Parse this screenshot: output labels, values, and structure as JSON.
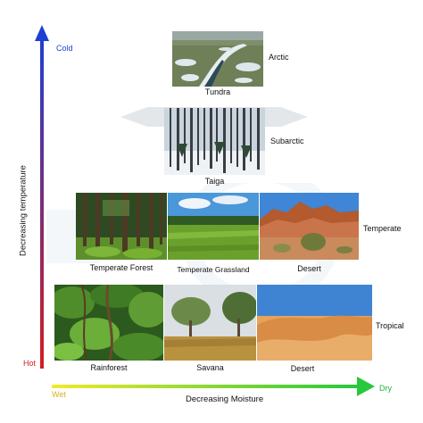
{
  "axes": {
    "y": {
      "label": "Decreasing  temperature",
      "top_label": "Cold",
      "bottom_label": "Hot",
      "colors": [
        "#d21f1f",
        "#1f3fd2"
      ]
    },
    "x": {
      "label": "Decreasing Moisture",
      "left_label": "Wet",
      "right_label": "Dry",
      "colors": [
        "#f1ea2c",
        "#27c83b"
      ]
    }
  },
  "zones": [
    {
      "id": "arctic",
      "label": "Arctic"
    },
    {
      "id": "subarctic",
      "label": "Subarctic"
    },
    {
      "id": "temperate",
      "label": "Temperate"
    },
    {
      "id": "tropical",
      "label": "Tropical"
    }
  ],
  "biomes": {
    "tundra": "Tundra",
    "taiga": "Taiga",
    "temperate_forest": "Temperate Forest",
    "temperate_grassland": "Temperate Grassland",
    "temperate_desert": "Desert",
    "rainforest": "Rainforest",
    "savana": "Savana",
    "tropical_desert": "Desert"
  }
}
